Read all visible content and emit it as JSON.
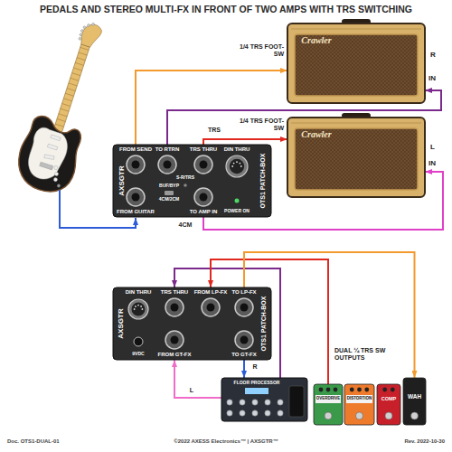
{
  "diagram": {
    "title": "PEDALS AND STEREO MULTI-FX IN FRONT OF TWO AMPS WITH TRS SWITCHING",
    "nodes": [
      {
        "text": [
          "AXSGTR",
          "FROM SEND",
          "TO RTRN",
          "TRS THRU",
          "DIN THRU",
          "S-R/TRS",
          "BUF/BYP",
          "4CM/2CM",
          "FROM GUITAR",
          "TO AMP IN",
          "POWER ON",
          "OTS1 PATCH-BOX"
        ]
      },
      {
        "text": [
          "Crawler"
        ]
      },
      {
        "text": [
          "Crawler"
        ]
      },
      {
        "text": [
          "AXSGTR",
          "DIN THRU",
          "TRS THRU",
          "FROM LP-FX",
          "TO LP-FX",
          "9VDC",
          "FROM GT-FX",
          "TO GT-FX",
          "OTS1 PATCH-BOX"
        ]
      },
      {
        "text": [
          "FLOOR PROCESSOR"
        ]
      },
      {
        "text": [
          "OVERDRIVE"
        ]
      },
      {
        "text": [
          "DISTORTION"
        ]
      },
      {
        "text": [
          "COMP"
        ]
      },
      {
        "text": [
          "WAH"
        ]
      }
    ],
    "edges": [
      {
        "from": 0,
        "to": 1,
        "arrow": "to"
      },
      {
        "from": 0,
        "to": 2,
        "label": "TRS",
        "arrow": "to"
      },
      {
        "from": 0,
        "to": 1,
        "arrow": "to"
      },
      {
        "from": 0,
        "to": 2,
        "label": "4CM",
        "arrow": "to"
      },
      {
        "from": 4,
        "to": 3,
        "arrow": "to"
      },
      {
        "from": 5,
        "to": 3,
        "arrow": "to"
      },
      {
        "from": 3,
        "to": 8,
        "arrow": "to"
      },
      {
        "from": 4,
        "to": 3,
        "label": "L",
        "arrow": "to"
      },
      {
        "from": 3,
        "to": 4,
        "label": "R",
        "arrow": "to"
      }
    ],
    "labels": [
      "1/4 TRS FOOT-SW",
      "R",
      "IN",
      "1/4 TRS FOOT-SW",
      "L",
      "IN",
      "DUAL ¼ TRS SW OUTPUTS",
      "Doc. OTS1-DUAL-01",
      "©2022 AXESS Electronics™ | AXSGTR™",
      "Rev. 2022-10-30"
    ]
  }
}
